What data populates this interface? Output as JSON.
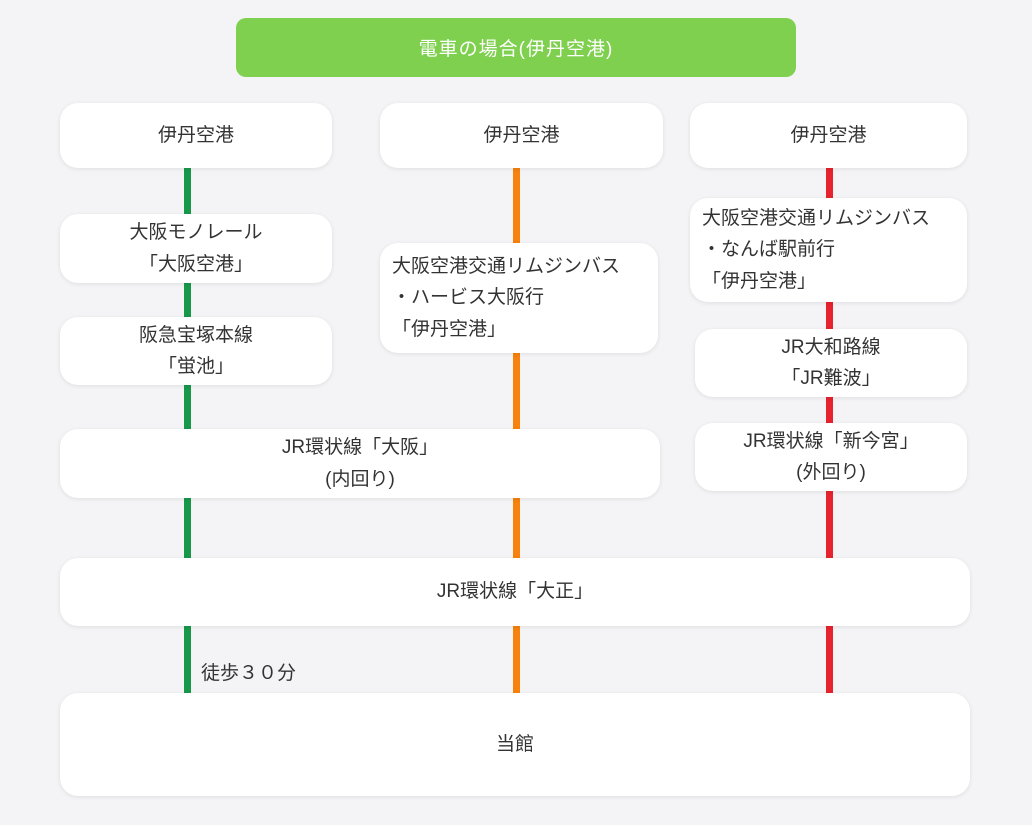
{
  "banner": {
    "label": "電車の場合(伊丹空港)"
  },
  "columns": {
    "left": {
      "airport": "伊丹空港",
      "monorail": "大阪モノレール\n「大阪空港」",
      "hankyu": "阪急宝塚本線\n「蛍池」"
    },
    "middle": {
      "airport": "伊丹空港",
      "bus": "大阪空港交通リムジンバス\n・ハービス大阪行\n「伊丹空港」"
    },
    "right": {
      "airport": "伊丹空港",
      "bus": "大阪空港交通リムジンバス\n・なんば駅前行\n「伊丹空港」",
      "yamatoji": "JR大和路線\n「JR難波」",
      "loop_shinimamiya": "JR環状線「新今宮」\n(外回り)"
    }
  },
  "shared": {
    "loop_osaka": "JR環状線「大阪」\n(内回り)",
    "loop_taisho": "JR環状線「大正」",
    "walk": "徒歩３０分",
    "destination": "当館"
  },
  "colors": {
    "background": "#f4f4f6",
    "banner_green": "#7ed04e",
    "route_green": "#18984b",
    "route_orange": "#f7820d",
    "route_red": "#e6232e",
    "text": "#333333"
  }
}
